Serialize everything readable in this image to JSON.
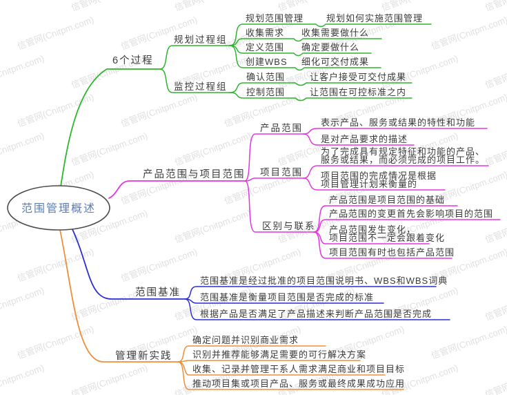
{
  "watermark": {
    "text": "信管网(Cnitpm.com)"
  },
  "colors": {
    "green": "#2db52d",
    "magenta": "#e333e3",
    "blue": "#2a2ad9",
    "orange": "#ef8e38",
    "text": "#3b3b3b",
    "root_text": "#5b7db1",
    "outline": "#4a4a4a",
    "watermark": "#c6c6c6"
  },
  "root": {
    "label": "范围管理概述"
  },
  "branches": {
    "processes": {
      "label": "6个过程",
      "planning": {
        "label": "规划过程组",
        "items": [
          {
            "name": "规划范围管理",
            "desc": "规划如何实施范围管理"
          },
          {
            "name": "收集需求",
            "desc": "收集需要做什么"
          },
          {
            "name": "定义范围",
            "desc": "确定要做什么"
          },
          {
            "name": "创建WBS",
            "desc": "细化可交付成果"
          }
        ]
      },
      "monitoring": {
        "label": "监控过程组",
        "items": [
          {
            "name": "确认范围",
            "desc": "让客户接受可交付成果"
          },
          {
            "name": "控制范围",
            "desc": "让范围在可控标准之内"
          }
        ]
      }
    },
    "scope": {
      "label": "产品范围与项目范围",
      "product": {
        "label": "产品范围",
        "items": [
          [
            "表示产品、服务或结果的特性和功能"
          ],
          [
            "是对产品要求的描述"
          ]
        ]
      },
      "project": {
        "label": "项目范围",
        "items": [
          [
            "为了完成具有规定特征和功能的产品、",
            "服务或结果，而必须完成的项目工作。"
          ],
          [
            "项目范围的完成情况是根据",
            "项目管理计划来衡量的"
          ]
        ]
      },
      "diff": {
        "label": "区别与联系",
        "items": [
          [
            "产品范围是项目范围的基础"
          ],
          [
            "产品范围的变更首先会影响项目的范围"
          ],
          [
            "产品范围发生变化，",
            "项目范围不一定会跟着变化"
          ],
          [
            "项目范围有时也包括产品范围"
          ]
        ]
      }
    },
    "baseline": {
      "label": "范围基准",
      "items": [
        "范围基准是经过批准的项目范围说明书、WBS和WBS词典",
        "范围基准是衡量项目范围是否完成的标准",
        "根据产品是否满足了产品描述来判断产品范围是否完成"
      ]
    },
    "practices": {
      "label": "管理新实践",
      "items": [
        "确定问题并识别商业需求",
        "识别并推荐能够满足需要的可行解决方案",
        "收集、记录并管理干系人需求满足商业和项目目标",
        "推动项目集或项目产品、服务或最终成果成功应用"
      ]
    }
  }
}
